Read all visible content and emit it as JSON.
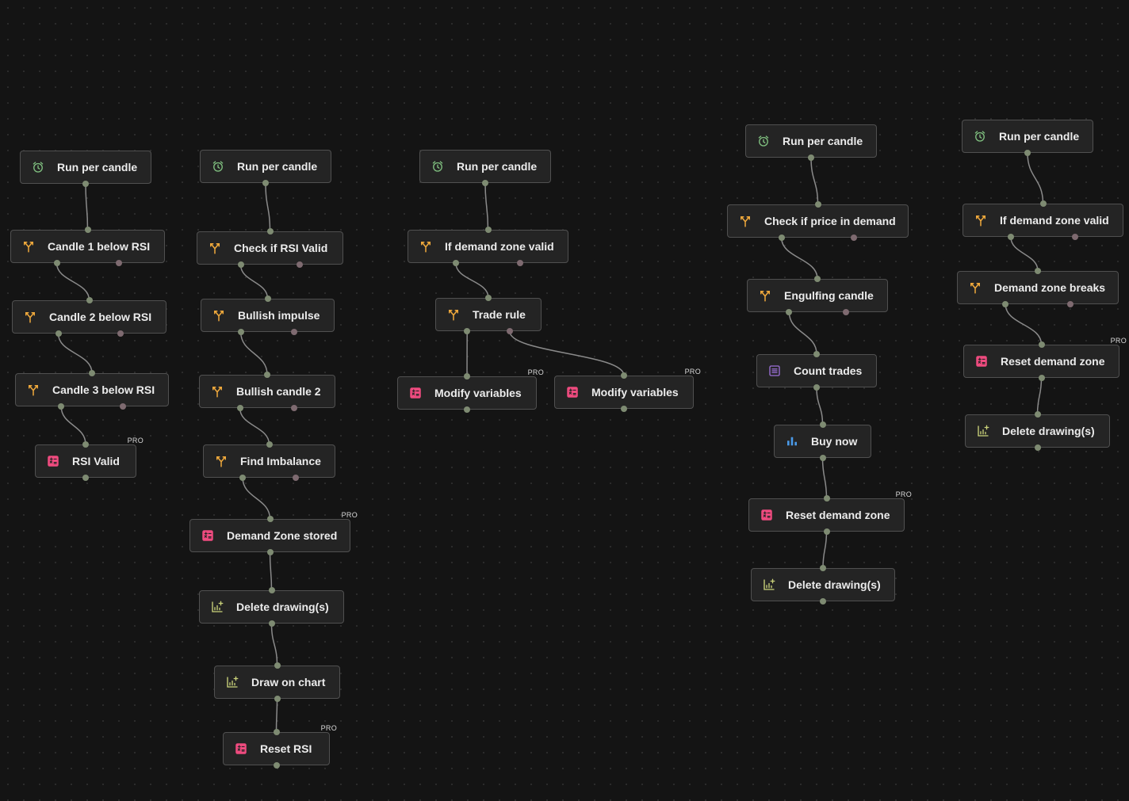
{
  "colors": {
    "background": "#141414",
    "node_fill": "#242424",
    "node_border": "#505050",
    "trigger_icon": "#7fbf7f",
    "condition_icon": "#f0a93c",
    "variable_icon": "#ef4b7f",
    "drawing_icon": "#cbd37a",
    "counter_icon": "#9b6fd6",
    "order_icon": "#4a9ae8",
    "edge": "#8a8a8a"
  },
  "pro_badge": "PRO",
  "nodes": [
    {
      "id": "a1",
      "label": "Run per candle",
      "icon": "alarm-clock-icon",
      "kind": "trigger"
    },
    {
      "id": "a2",
      "label": "Candle 1 below RSI",
      "icon": "branch-icon",
      "kind": "condition"
    },
    {
      "id": "a3",
      "label": "Candle 2 below RSI",
      "icon": "branch-icon",
      "kind": "condition"
    },
    {
      "id": "a4",
      "label": "Candle 3 below RSI",
      "icon": "branch-icon",
      "kind": "condition"
    },
    {
      "id": "a5",
      "label": "RSI Valid",
      "icon": "calculator-icon",
      "kind": "variable",
      "pro": true
    },
    {
      "id": "b1",
      "label": "Run per candle",
      "icon": "alarm-clock-icon",
      "kind": "trigger"
    },
    {
      "id": "b2",
      "label": "Check if RSI Valid",
      "icon": "branch-icon",
      "kind": "condition"
    },
    {
      "id": "b3",
      "label": "Bullish impulse",
      "icon": "branch-icon",
      "kind": "condition"
    },
    {
      "id": "b4",
      "label": "Bullish candle 2",
      "icon": "branch-icon",
      "kind": "condition"
    },
    {
      "id": "b5",
      "label": "Find Imbalance",
      "icon": "branch-icon",
      "kind": "condition"
    },
    {
      "id": "b6",
      "label": "Demand Zone stored",
      "icon": "calculator-icon",
      "kind": "variable",
      "pro": true
    },
    {
      "id": "b7",
      "label": "Delete drawing(s)",
      "icon": "chart-plus-icon",
      "kind": "drawing"
    },
    {
      "id": "b8",
      "label": "Draw on chart",
      "icon": "chart-plus-icon",
      "kind": "drawing"
    },
    {
      "id": "b9",
      "label": "Reset RSI",
      "icon": "calculator-icon",
      "kind": "variable",
      "pro": true
    },
    {
      "id": "c1",
      "label": "Run per candle",
      "icon": "alarm-clock-icon",
      "kind": "trigger"
    },
    {
      "id": "c2",
      "label": "If demand zone valid",
      "icon": "branch-icon",
      "kind": "condition"
    },
    {
      "id": "c3",
      "label": "Trade rule",
      "icon": "branch-icon",
      "kind": "condition"
    },
    {
      "id": "c4",
      "label": "Modify variables",
      "icon": "calculator-icon",
      "kind": "variable",
      "pro": true
    },
    {
      "id": "c5",
      "label": "Modify variables",
      "icon": "calculator-icon",
      "kind": "variable",
      "pro": true
    },
    {
      "id": "d1",
      "label": "Run per candle",
      "icon": "alarm-clock-icon",
      "kind": "trigger"
    },
    {
      "id": "d2",
      "label": "Check if price in demand",
      "icon": "branch-icon",
      "kind": "condition"
    },
    {
      "id": "d3",
      "label": "Engulfing candle",
      "icon": "branch-icon",
      "kind": "condition"
    },
    {
      "id": "d4",
      "label": "Count trades",
      "icon": "list-counter-icon",
      "kind": "counter"
    },
    {
      "id": "d5",
      "label": "Buy now",
      "icon": "bar-chart-icon",
      "kind": "order"
    },
    {
      "id": "d6",
      "label": "Reset demand zone",
      "icon": "calculator-icon",
      "kind": "variable",
      "pro": true
    },
    {
      "id": "d7",
      "label": "Delete drawing(s)",
      "icon": "chart-plus-icon",
      "kind": "drawing"
    },
    {
      "id": "e1",
      "label": "Run per candle",
      "icon": "alarm-clock-icon",
      "kind": "trigger"
    },
    {
      "id": "e2",
      "label": "If demand zone valid",
      "icon": "branch-icon",
      "kind": "condition"
    },
    {
      "id": "e3",
      "label": "Demand zone breaks",
      "icon": "branch-icon",
      "kind": "condition"
    },
    {
      "id": "e4",
      "label": "Reset demand zone",
      "icon": "calculator-icon",
      "kind": "variable",
      "pro": true
    },
    {
      "id": "e5",
      "label": "Delete drawing(s)",
      "icon": "chart-plus-icon",
      "kind": "drawing"
    }
  ],
  "edges": [
    {
      "from": "a1",
      "to": "a2",
      "port": "out"
    },
    {
      "from": "a2",
      "to": "a3",
      "port": "true"
    },
    {
      "from": "a3",
      "to": "a4",
      "port": "true"
    },
    {
      "from": "a4",
      "to": "a5",
      "port": "true"
    },
    {
      "from": "b1",
      "to": "b2",
      "port": "out"
    },
    {
      "from": "b2",
      "to": "b3",
      "port": "true"
    },
    {
      "from": "b3",
      "to": "b4",
      "port": "true"
    },
    {
      "from": "b4",
      "to": "b5",
      "port": "true"
    },
    {
      "from": "b5",
      "to": "b6",
      "port": "true"
    },
    {
      "from": "b6",
      "to": "b7",
      "port": "out"
    },
    {
      "from": "b7",
      "to": "b8",
      "port": "out"
    },
    {
      "from": "b8",
      "to": "b9",
      "port": "out"
    },
    {
      "from": "c1",
      "to": "c2",
      "port": "out"
    },
    {
      "from": "c2",
      "to": "c3",
      "port": "true"
    },
    {
      "from": "c3",
      "to": "c4",
      "port": "true"
    },
    {
      "from": "c3",
      "to": "c5",
      "port": "false"
    },
    {
      "from": "d1",
      "to": "d2",
      "port": "out"
    },
    {
      "from": "d2",
      "to": "d3",
      "port": "true"
    },
    {
      "from": "d3",
      "to": "d4",
      "port": "true"
    },
    {
      "from": "d4",
      "to": "d5",
      "port": "out"
    },
    {
      "from": "d5",
      "to": "d6",
      "port": "out"
    },
    {
      "from": "d6",
      "to": "d7",
      "port": "out"
    },
    {
      "from": "e1",
      "to": "e2",
      "port": "out"
    },
    {
      "from": "e2",
      "to": "e3",
      "port": "true"
    },
    {
      "from": "e3",
      "to": "e4",
      "port": "true"
    },
    {
      "from": "e4",
      "to": "e5",
      "port": "out"
    }
  ]
}
